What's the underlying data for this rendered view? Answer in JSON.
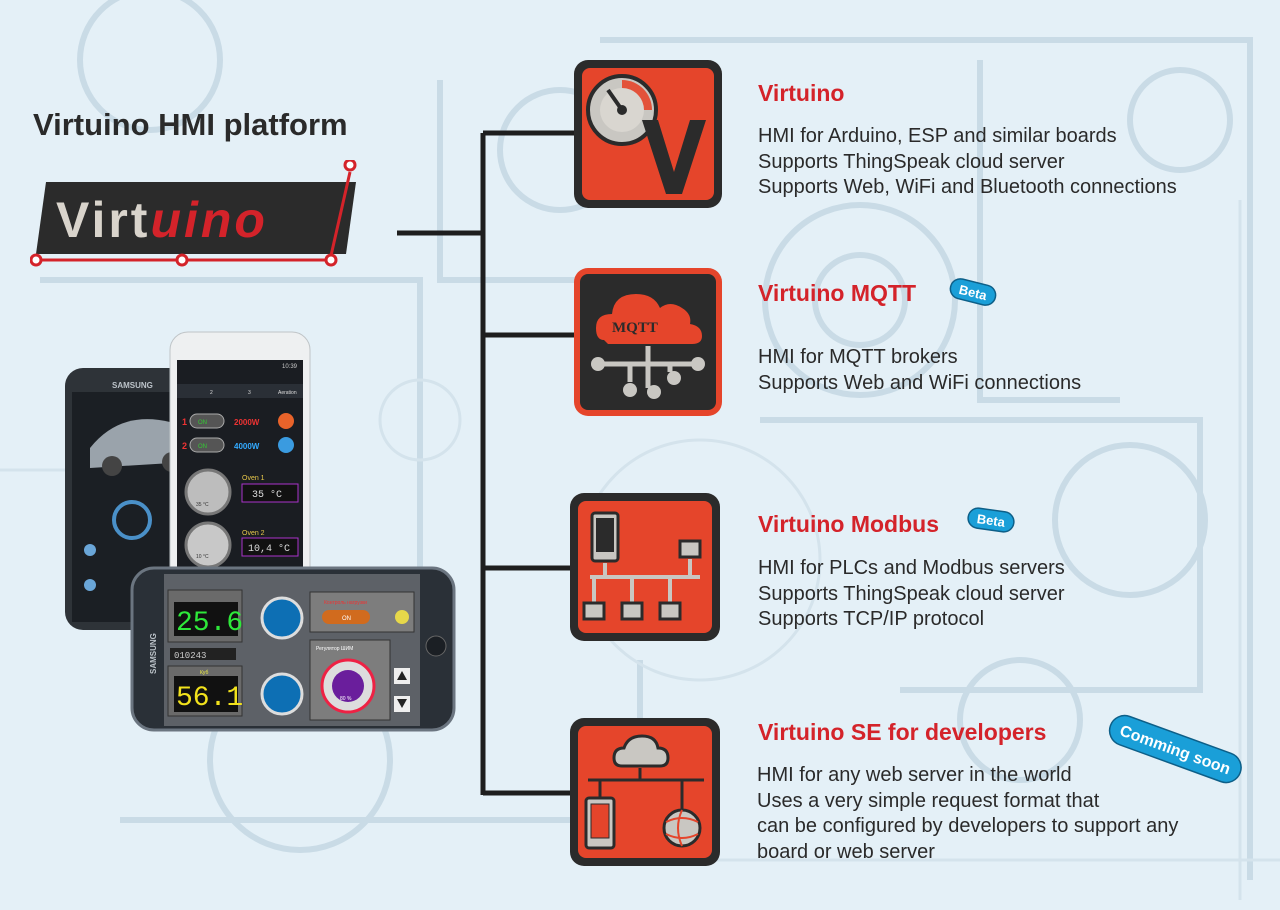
{
  "page_title": "Virtuino HMI platform",
  "logo": {
    "part1": "Virt",
    "part2": "uino"
  },
  "colors": {
    "accent_red": "#d4232a",
    "tile_dark": "#2b2b2b",
    "badge_blue": "#1a9fd8"
  },
  "products": [
    {
      "title": "Virtuino",
      "icon": "gauge-v-icon",
      "lines": [
        "HMI for Arduino, ESP and similar boards",
        "Supports ThingSpeak cloud server",
        "Supports Web, WiFi and Bluetooth connections"
      ]
    },
    {
      "title": "Virtuino MQTT",
      "icon": "mqtt-cloud-icon",
      "badge": "Beta",
      "lines": [
        "HMI for MQTT brokers",
        "Supports Web and WiFi connections"
      ]
    },
    {
      "title": "Virtuino Modbus",
      "icon": "modbus-network-icon",
      "badge": "Beta",
      "lines": [
        "HMI for PLCs and Modbus servers",
        "Supports ThingSpeak cloud server",
        "Supports TCP/IP protocol"
      ]
    },
    {
      "title": "Virtuino SE for developers",
      "icon": "web-server-icon",
      "badge": "Comming soon",
      "lines": [
        "HMI for any web server in the world",
        "Uses a very simple request format that",
        "can be configured by developers to support any",
        "board or web server"
      ]
    }
  ],
  "phones": {
    "brand": "SAMSUNG",
    "time": "10:39",
    "tabs": [
      "2",
      "3",
      "Aeration"
    ],
    "switches": [
      {
        "index": "1",
        "state": "ON",
        "power": "2000W"
      },
      {
        "index": "2",
        "state": "ON",
        "power": "4000W"
      }
    ],
    "ovens": [
      {
        "name": "Oven 1",
        "value": "35 °C",
        "dial": "35 °C"
      },
      {
        "name": "Oven 2",
        "value": "10,4 °C",
        "dial": "10 °C"
      }
    ],
    "displays": [
      "25.6",
      "56.1"
    ],
    "counter": "010243",
    "small_labels": [
      "Контроль нагрузки",
      "ON",
      "Регулятор ШИМ",
      "Куб",
      "80 %"
    ]
  }
}
